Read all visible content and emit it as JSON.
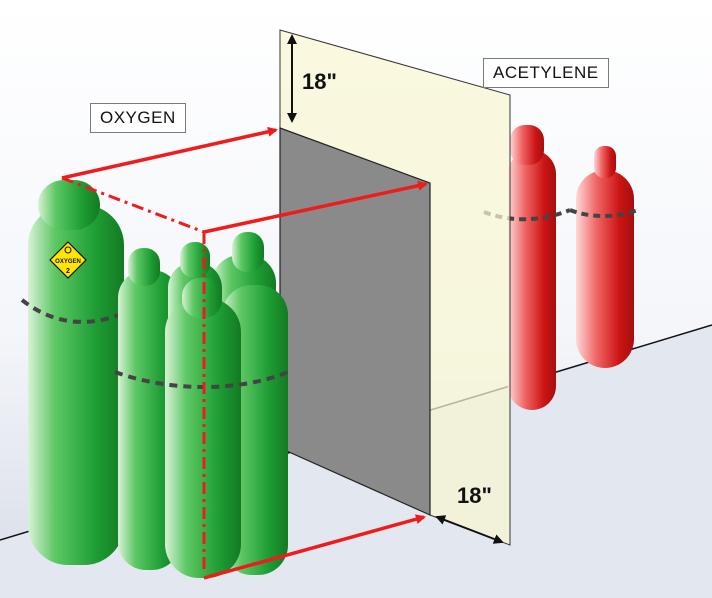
{
  "labels": {
    "oxygen": "OXYGEN",
    "acetylene": "ACETYLENE",
    "vertical_dimension": "18\"",
    "horizontal_dimension": "18\"",
    "hazard_diamond_text": "OXYGEN",
    "hazard_diamond_number": "2"
  },
  "colors": {
    "oxygen_cylinder": "#22a63a",
    "acetylene_cylinder": "#d11a1a",
    "barrier_panel": "#8a8a8a",
    "clearance_plane": "#f8f6d2",
    "arrow": "#ee1c1c",
    "hazard_diamond": "#ffe600"
  }
}
